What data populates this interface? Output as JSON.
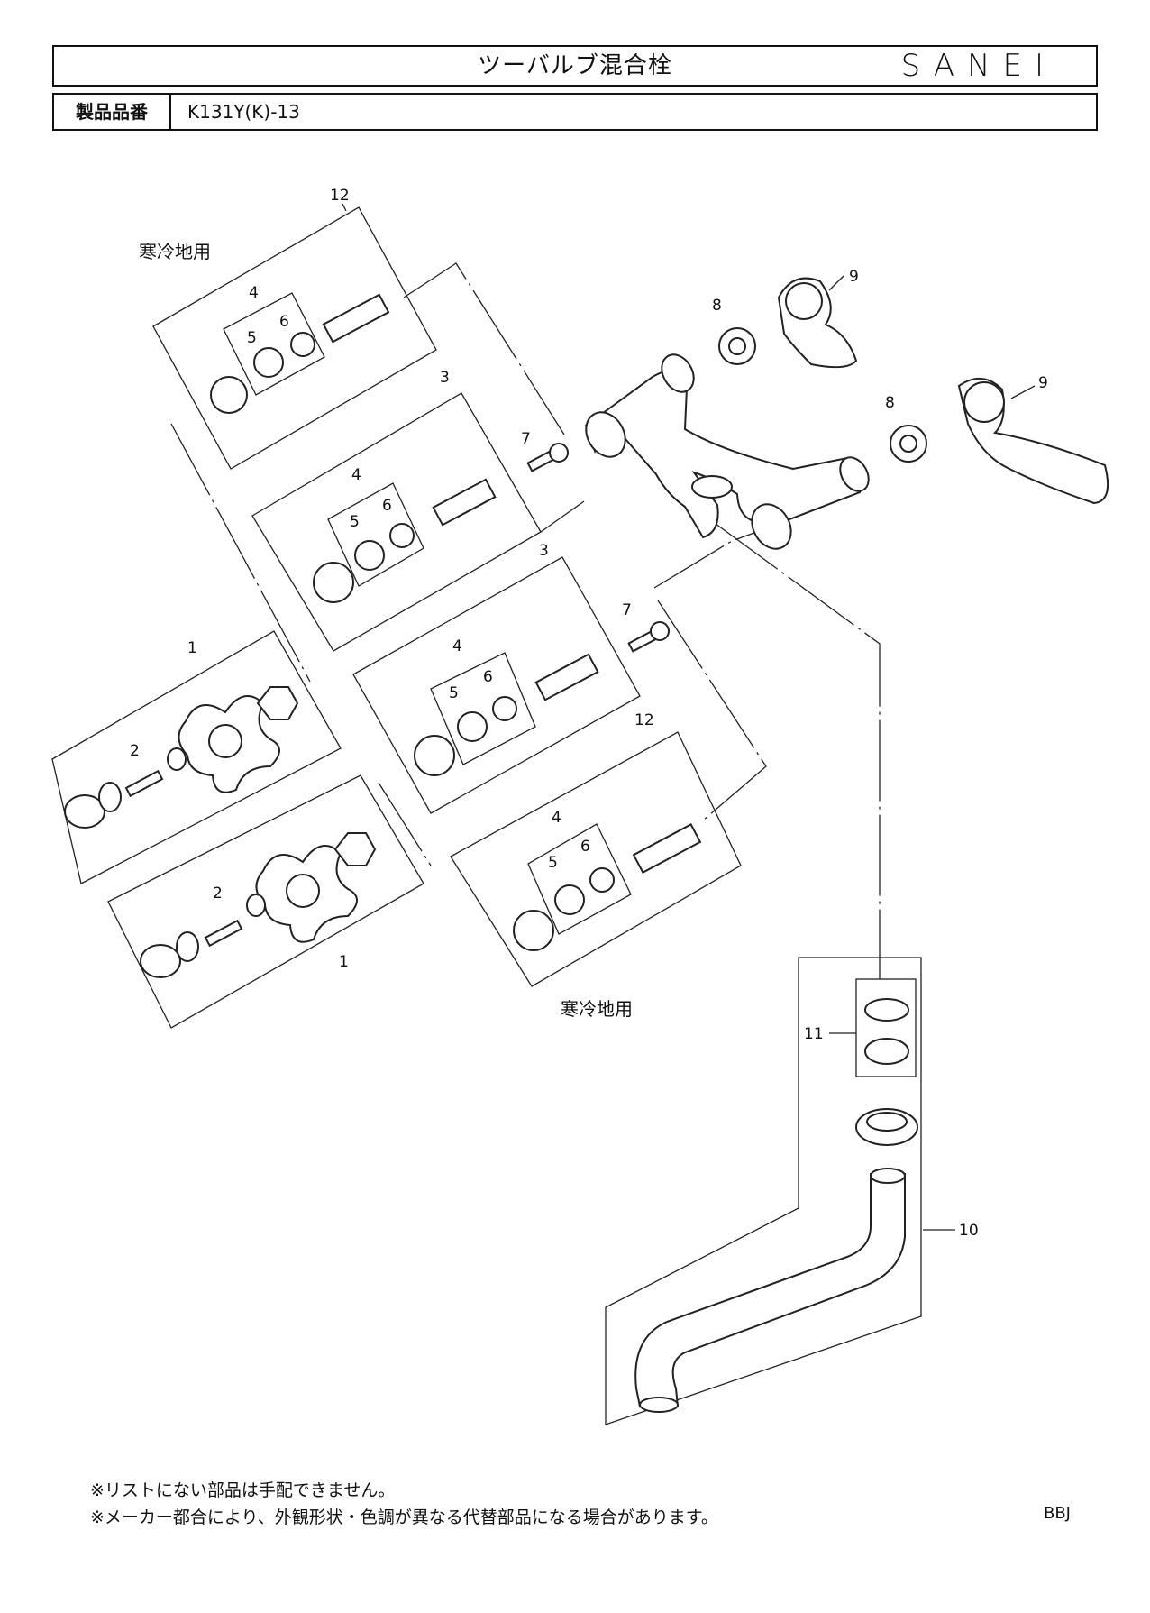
{
  "header": {
    "title": "ツーバルブ混合栓",
    "brand": "SANEI",
    "part_label": "製品品番",
    "part_number": "K131Y(K)-13"
  },
  "diagram": {
    "cold_region_label": "寒冷地用",
    "callouts": {
      "c1": "1",
      "c2": "2",
      "c3": "3",
      "c4": "4",
      "c5": "5",
      "c6": "6",
      "c7": "7",
      "c8": "8",
      "c9": "9",
      "c10": "10",
      "c11": "11",
      "c12": "12"
    }
  },
  "footer": {
    "note1": "※リストにない部品は手配できません。",
    "note2": "※メーカー都合により、外観形状・色調が異なる代替部品になる場合があります。",
    "code": "BBJ"
  }
}
